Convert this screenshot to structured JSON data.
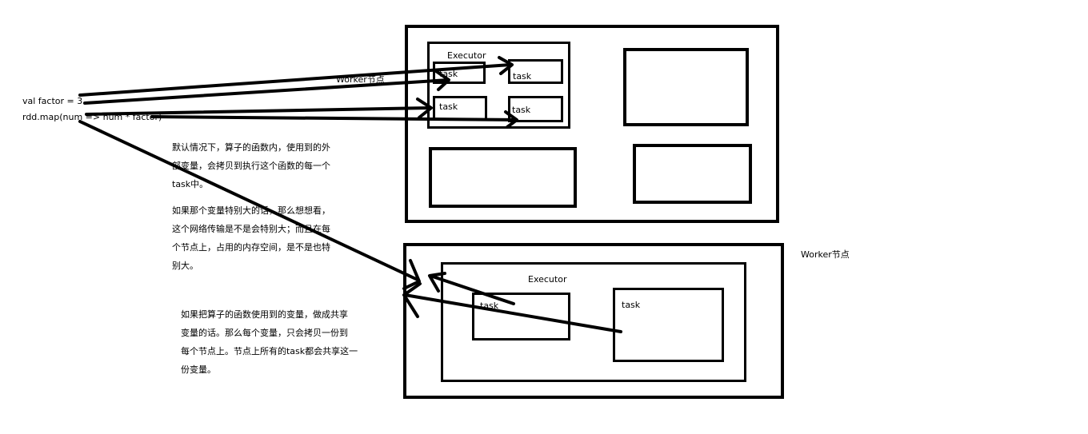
{
  "code": {
    "line1": "val factor = 3",
    "line2": "rdd.map(num => num * factor)"
  },
  "worker_top": {
    "label": "Worker节点",
    "executor_label": "Executor",
    "tasks": [
      "task",
      "task",
      "task",
      "task"
    ]
  },
  "worker_bottom": {
    "label": "Worker节点",
    "executor_label": "Executor",
    "tasks": [
      "task",
      "task"
    ]
  },
  "notes": {
    "note1": "默认情况下，算子的函数内，使用到的外\n部变量，会拷贝到执行这个函数的每一个\ntask中。",
    "note2": "如果那个变量特别大的话，那么想想看，\n这个网络传输是不是会特别大；而且在每\n个节点上，占用的内存空间，是不是也特\n别大。",
    "note3": "如果把算子的函数使用到的变量，做成共享\n变量的话。那么每个变量，只会拷贝一份到\n每个节点上。节点上所有的task都会共享这一\n份变量。"
  },
  "colors": {
    "stroke": "#000000",
    "background": "#ffffff"
  }
}
